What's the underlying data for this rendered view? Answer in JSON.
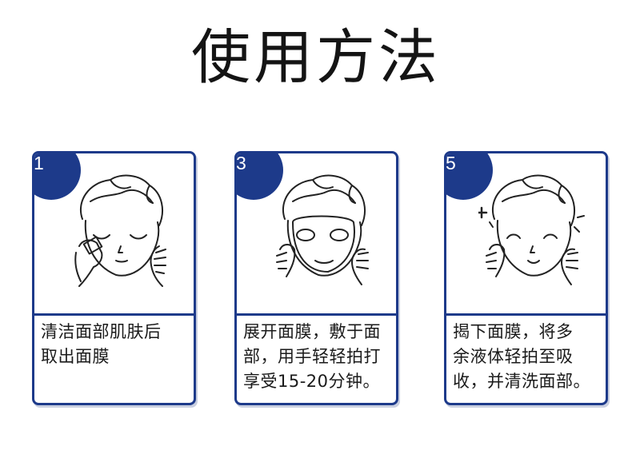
{
  "title": "使用方法",
  "steps": [
    {
      "number": "1",
      "lines": [
        "清洁面部肌肤后",
        "取出面膜"
      ],
      "icon": "face-cleansing-icon"
    },
    {
      "number": "3",
      "lines": [
        "展开面膜，敷于面",
        "部，用手轻轻拍打",
        "享受15-20分钟。"
      ],
      "icon": "face-mask-icon"
    },
    {
      "number": "5",
      "lines": [
        "揭下面膜，将多",
        "余液体轻拍至吸",
        "收，并清洗面部。"
      ],
      "icon": "face-glow-icon"
    }
  ],
  "colors": {
    "accent": "#1d3a8a",
    "text": "#1a1a1a",
    "background": "#ffffff"
  }
}
